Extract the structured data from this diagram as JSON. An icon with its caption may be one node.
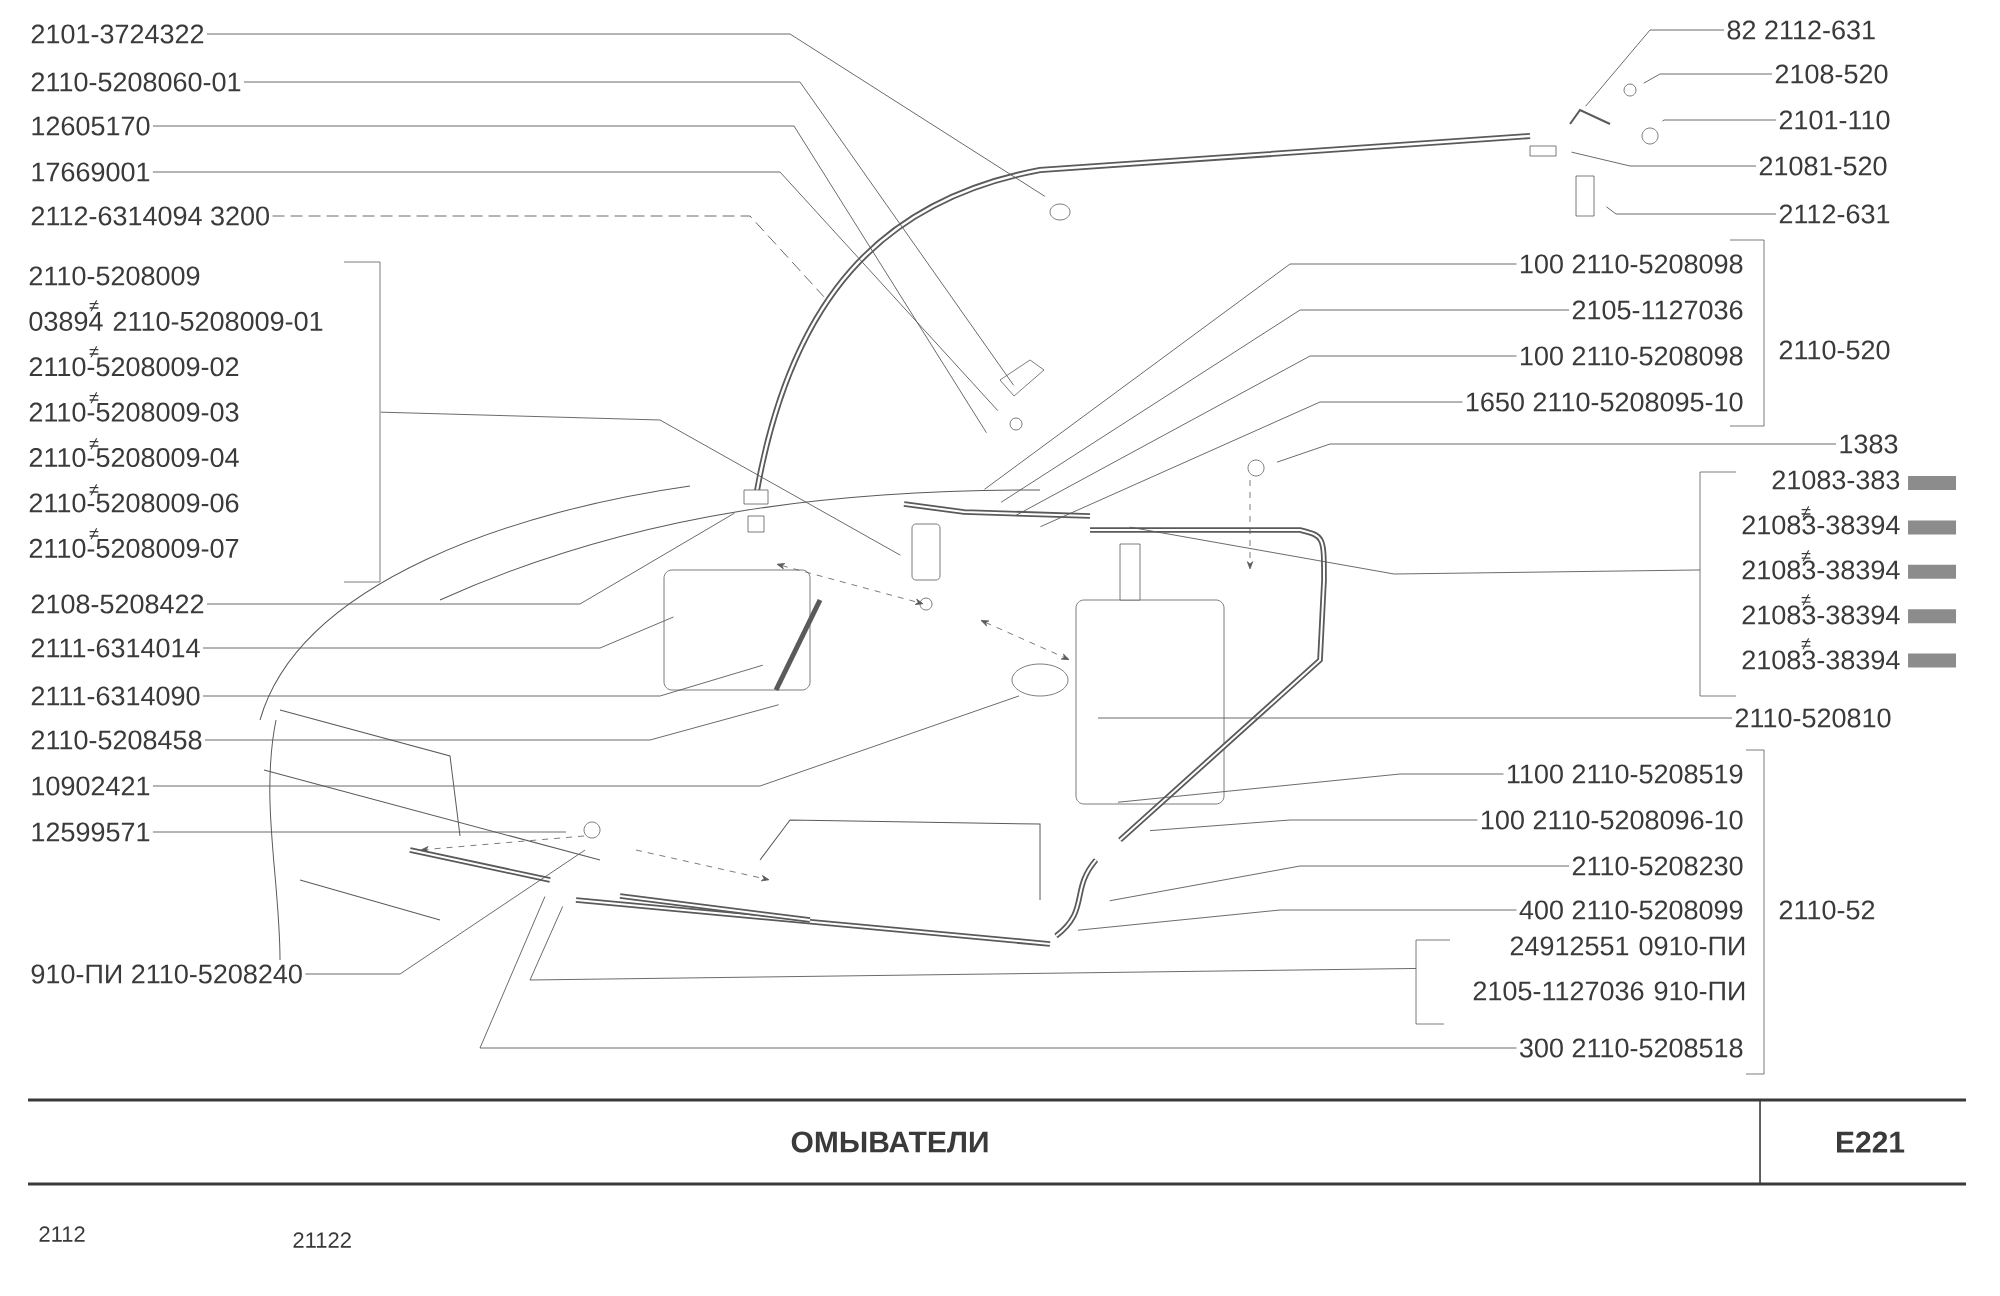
{
  "diagram": {
    "title": "ОМЫВАТЕЛИ",
    "nodes": [
      {
        "text": [
          "2101-3724322"
        ]
      },
      {
        "text": [
          "2110-5208060-01"
        ]
      },
      {
        "text": [
          "12605170"
        ]
      },
      {
        "text": [
          "17669001"
        ]
      },
      {
        "text": [
          "2112-6314094 3200"
        ]
      },
      {
        "text": [
          "2110-5208009",
          "03894 2110-5208009-01",
          "2110-5208009-02",
          "2110-5208009-03",
          "2110-5208009-04",
          "2110-5208009-06",
          "2110-5208009-07"
        ]
      },
      {
        "text": [
          "2108-5208422"
        ]
      },
      {
        "text": [
          "2111-6314014"
        ]
      },
      {
        "text": [
          "2111-6314090"
        ]
      },
      {
        "text": [
          "2110-5208458"
        ]
      },
      {
        "text": [
          "10902421"
        ]
      },
      {
        "text": [
          "12599571"
        ]
      },
      {
        "text": [
          "910-ПИ 2110-5208240"
        ]
      },
      {
        "text": [
          "82 2112-631"
        ]
      },
      {
        "text": [
          "2108-520"
        ]
      },
      {
        "text": [
          "2101-110"
        ]
      },
      {
        "text": [
          "21081-520"
        ]
      },
      {
        "text": [
          "2112-631"
        ]
      },
      {
        "text": [
          "100 2110-5208098"
        ]
      },
      {
        "text": [
          "2105-1127036"
        ]
      },
      {
        "text": [
          "100 2110-5208098"
        ]
      },
      {
        "text": [
          "1650 2110-5208095-10"
        ]
      },
      {
        "text": [
          "1383"
        ]
      },
      {
        "text": [
          "21083-383",
          "21083-38394",
          "21083-38394",
          "21083-38394",
          "21083-38394"
        ]
      },
      {
        "text": [
          "2110-520810"
        ]
      },
      {
        "text": [
          "1100 2110-5208519"
        ]
      },
      {
        "text": [
          "100 2110-5208096-10"
        ]
      },
      {
        "text": [
          "2110-5208230"
        ]
      },
      {
        "text": [
          "400 2110-5208099"
        ]
      },
      {
        "text": [
          "24912551 0910-ПИ",
          "2105-1127036 910-ПИ"
        ]
      },
      {
        "text": [
          "300 2110-5208518"
        ]
      }
    ],
    "edges": [
      {
        "from": 0,
        "to": null,
        "arrow": "none"
      },
      {
        "from": 1,
        "to": null,
        "arrow": "none"
      },
      {
        "from": 2,
        "to": null,
        "arrow": "none"
      },
      {
        "from": 3,
        "to": null,
        "arrow": "none"
      },
      {
        "from": 4,
        "to": null,
        "arrow": "none",
        "style": "dashed"
      },
      {
        "from": 5,
        "to": null,
        "arrow": "none"
      },
      {
        "from": 6,
        "to": null,
        "arrow": "none"
      },
      {
        "from": 7,
        "to": null,
        "arrow": "none"
      },
      {
        "from": 8,
        "to": null,
        "arrow": "none"
      },
      {
        "from": 9,
        "to": null,
        "arrow": "none"
      },
      {
        "from": 10,
        "to": null,
        "arrow": "none"
      },
      {
        "from": 11,
        "to": null,
        "arrow": "none"
      },
      {
        "from": 12,
        "to": null,
        "arrow": "none"
      },
      {
        "from": 13,
        "to": null,
        "arrow": "none"
      },
      {
        "from": 14,
        "to": null,
        "arrow": "none"
      },
      {
        "from": 15,
        "to": null,
        "arrow": "none"
      },
      {
        "from": 16,
        "to": null,
        "arrow": "none"
      },
      {
        "from": 17,
        "to": null,
        "arrow": "none"
      },
      {
        "from": 18,
        "to": null,
        "arrow": "none"
      },
      {
        "from": 19,
        "to": null,
        "arrow": "none"
      },
      {
        "from": 20,
        "to": null,
        "arrow": "none"
      },
      {
        "from": 21,
        "to": null,
        "arrow": "none"
      },
      {
        "from": 22,
        "to": null,
        "arrow": "none"
      },
      {
        "from": 23,
        "to": null,
        "arrow": "none"
      },
      {
        "from": 24,
        "to": null,
        "arrow": "none"
      },
      {
        "from": 25,
        "to": null,
        "arrow": "none"
      },
      {
        "from": 26,
        "to": null,
        "arrow": "none"
      },
      {
        "from": 27,
        "to": null,
        "arrow": "none"
      },
      {
        "from": 28,
        "to": null,
        "arrow": "none"
      },
      {
        "from": 29,
        "to": null,
        "arrow": "none"
      },
      {
        "from": 30,
        "to": null,
        "arrow": "none"
      }
    ],
    "labels": [
      "≠",
      "≠",
      "≠",
      "≠",
      "≠",
      "≠",
      "2110-520",
      "≠",
      "≠",
      "≠",
      "≠",
      "2110-52",
      "E221",
      "2112",
      "21122"
    ]
  }
}
